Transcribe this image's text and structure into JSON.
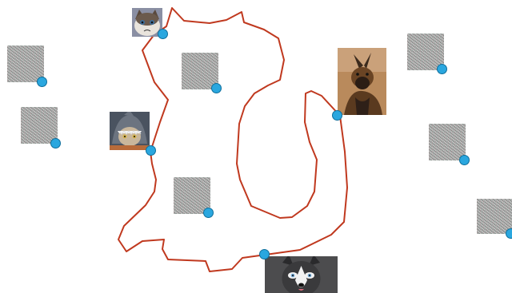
{
  "canvas": {
    "background": "#ffffff",
    "outline_shape": "cat-silhouette",
    "outline_color": "#c0391f",
    "handle_color": "#2aa7df",
    "handle_border": "#0f6f9c"
  },
  "items": [
    {
      "kind": "photo",
      "subject": "grumpy-cat-photo"
    },
    {
      "kind": "placeholder",
      "subject": "noise-placeholder"
    },
    {
      "kind": "placeholder",
      "subject": "noise-placeholder"
    },
    {
      "kind": "placeholder",
      "subject": "noise-placeholder"
    },
    {
      "kind": "photo",
      "subject": "cat-in-shark-hood-photo"
    },
    {
      "kind": "placeholder",
      "subject": "noise-placeholder"
    },
    {
      "kind": "photo",
      "subject": "german-shepherd-photo"
    },
    {
      "kind": "placeholder",
      "subject": "noise-placeholder"
    },
    {
      "kind": "placeholder",
      "subject": "noise-placeholder"
    },
    {
      "kind": "placeholder",
      "subject": "noise-placeholder"
    },
    {
      "kind": "photo",
      "subject": "husky-photo"
    }
  ]
}
